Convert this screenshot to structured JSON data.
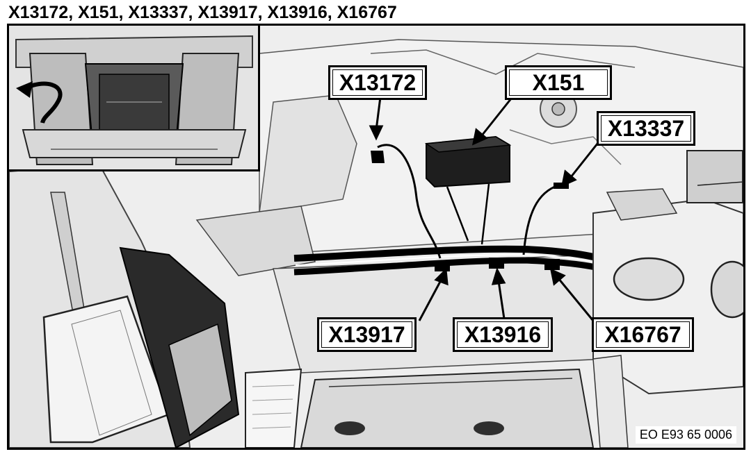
{
  "title": "X13172, X151, X13337, X13917, X13916, X16767",
  "callouts": {
    "x13172": "X13172",
    "x151": "X151",
    "x13337": "X13337",
    "x13917": "X13917",
    "x13916": "X13916",
    "x16767": "X16767"
  },
  "reference_code": "EO E93 65 0006",
  "colors": {
    "line": "#000000",
    "background": "#ececec",
    "label_bg": "#ffffff"
  }
}
